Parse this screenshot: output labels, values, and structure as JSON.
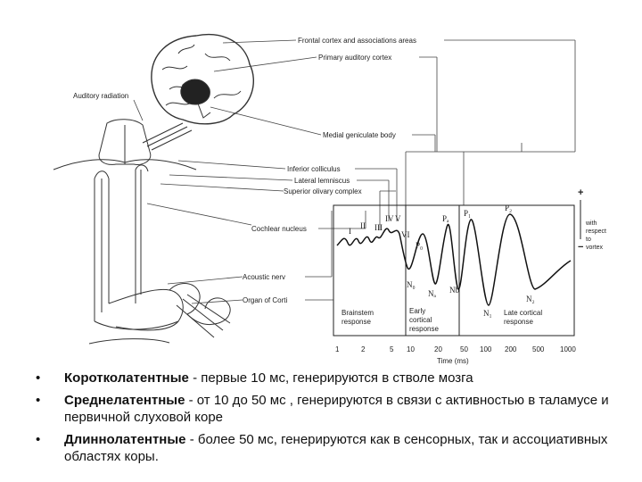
{
  "diagram": {
    "anatomy_labels": {
      "frontal": "Frontal cortex and associations areas",
      "primary": "Primary auditory cortex",
      "radiation": "Auditory radiation",
      "medial": "Medial geniculate body",
      "inferior": "Inferior colliculus",
      "lateral": "Lateral lemniscus",
      "superior": "Superior olivary complex",
      "cochlear": "Cochlear nucleus",
      "acoustic": "Acoustic nerv",
      "corti": "Organ of Corti"
    },
    "waves": {
      "I": "I",
      "II": "II",
      "III": "III",
      "IV": "IV",
      "V": "V",
      "VI": "VI",
      "P0": "P₀",
      "Pa": "Pₐ",
      "P1": "P₁",
      "P2": "P₂",
      "N0": "N₀",
      "Na": "Nₐ",
      "Nb": "Nb",
      "N1": "N₁",
      "N2": "N₂"
    },
    "polarity": {
      "plus": "+",
      "minus": "−",
      "note": [
        "with",
        "respect",
        "to",
        "vortex"
      ]
    },
    "regions": {
      "brainstem": [
        "Brainstem",
        "response"
      ],
      "early": [
        "Early",
        "cortical",
        "response"
      ],
      "late": [
        "Late cortical",
        "response"
      ]
    },
    "x_axis": {
      "ticks": [
        "1",
        "2",
        "5",
        "10",
        "20",
        "50",
        "100",
        "200",
        "500",
        "1000"
      ],
      "label": "Time (ms)"
    }
  },
  "bullets": [
    {
      "term": "Коротколатентные",
      "text": " - первые 10 мс, генерируются в стволе мозга"
    },
    {
      "term": "Среднелатентные",
      "text": " - от 10 до 50 мс , генерируются в связи с активностью в таламусе и первичной слуховой коре"
    },
    {
      "term": "Длиннолатентные",
      "text": " - более 50 мс, генерируются как в сенсорных, так и ассоциативных областях коры."
    }
  ],
  "bullet_symbol": "•"
}
